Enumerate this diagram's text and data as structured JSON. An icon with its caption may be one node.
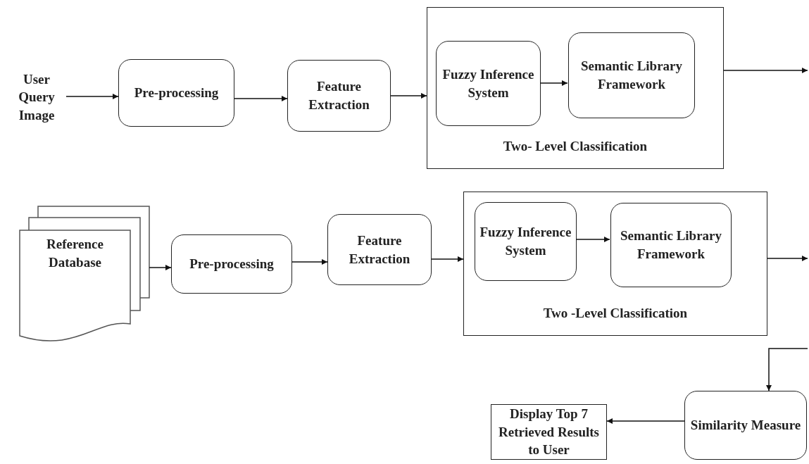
{
  "diagram": {
    "nodes": [
      {
        "text": [
          "User Query Image"
        ]
      },
      {
        "text": [
          "Pre-processing"
        ]
      },
      {
        "text": [
          "Feature Extraction"
        ]
      },
      {
        "text": [
          "Two- Level Classification"
        ]
      },
      {
        "text": [
          "Fuzzy Inference System"
        ],
        "in": 3
      },
      {
        "text": [
          "Semantic Library Framework"
        ],
        "in": 3
      },
      {
        "text": [
          "Reference Database"
        ]
      },
      {
        "text": [
          "Pre-processing"
        ]
      },
      {
        "text": [
          "Feature Extraction"
        ]
      },
      {
        "text": [
          "Two -Level Classification"
        ]
      },
      {
        "text": [
          "Fuzzy Inference System"
        ],
        "in": 9
      },
      {
        "text": [
          "Semantic Library Framework"
        ],
        "in": 9
      },
      {
        "text": [
          "Similarity Measure"
        ]
      },
      {
        "text": [
          "Display Top 7 Retrieved Results to User"
        ]
      }
    ],
    "edges": [
      {
        "from": 0,
        "to": 1,
        "arrow": "to"
      },
      {
        "from": 1,
        "to": 2,
        "arrow": "to"
      },
      {
        "from": 2,
        "to": 3,
        "arrow": "to"
      },
      {
        "from": 4,
        "to": 5,
        "arrow": "to"
      },
      {
        "from": 3,
        "to": null,
        "arrow": "to"
      },
      {
        "from": 6,
        "to": 7,
        "arrow": "to"
      },
      {
        "from": 7,
        "to": 8,
        "arrow": "to"
      },
      {
        "from": 8,
        "to": 9,
        "arrow": "to"
      },
      {
        "from": 10,
        "to": 11,
        "arrow": "to"
      },
      {
        "from": 9,
        "to": null,
        "arrow": "to"
      },
      {
        "from": null,
        "to": 12,
        "arrow": "to"
      },
      {
        "from": 12,
        "to": 13,
        "arrow": "to"
      }
    ]
  }
}
